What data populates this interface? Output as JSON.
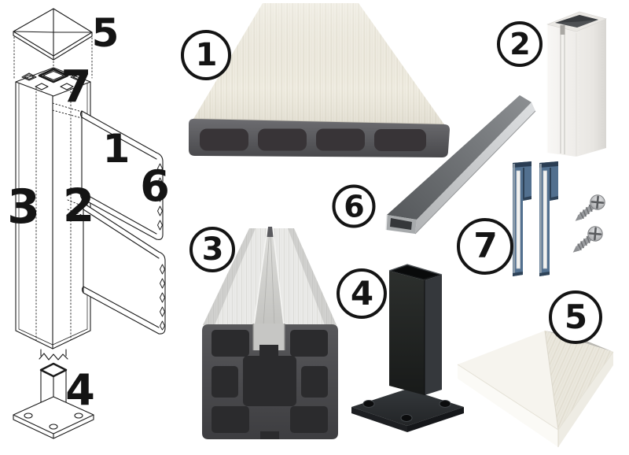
{
  "assembly": {
    "labels": [
      {
        "text": "5"
      },
      {
        "text": "7"
      },
      {
        "text": "1"
      },
      {
        "text": "6"
      },
      {
        "text": "3"
      },
      {
        "text": "2"
      },
      {
        "text": "4"
      }
    ]
  },
  "parts": [
    {
      "number": "1",
      "name": "composite-fence-board",
      "colors": {
        "surface": "#f0ede2",
        "section": "#57575a",
        "chamber": "#3a3739"
      }
    },
    {
      "number": "2",
      "name": "white-post-sleeve",
      "colors": {
        "surface": "#f2f1ee",
        "opening": "#4e5154"
      }
    },
    {
      "number": "3",
      "name": "aluminium-rail-profile",
      "colors": {
        "surface": "#ebebe9",
        "section": "#4b4b4e",
        "chamber": "#2b2b2d"
      }
    },
    {
      "number": "4",
      "name": "steel-post-base",
      "colors": {
        "surface": "#232527"
      }
    },
    {
      "number": "5",
      "name": "pyramid-post-cap",
      "colors": {
        "surface": "#f4f2eb"
      }
    },
    {
      "number": "6",
      "name": "steel-rail-tube",
      "colors": {
        "surface": "#6e7174",
        "side": "#c6c8ca"
      }
    },
    {
      "number": "7",
      "name": "fixing-clips-and-screws",
      "colors": {
        "clip": "#41607f",
        "screw": "#b4b5b7"
      }
    }
  ],
  "style": {
    "line_color": "#1b1b1b",
    "background": "#ffffff"
  }
}
